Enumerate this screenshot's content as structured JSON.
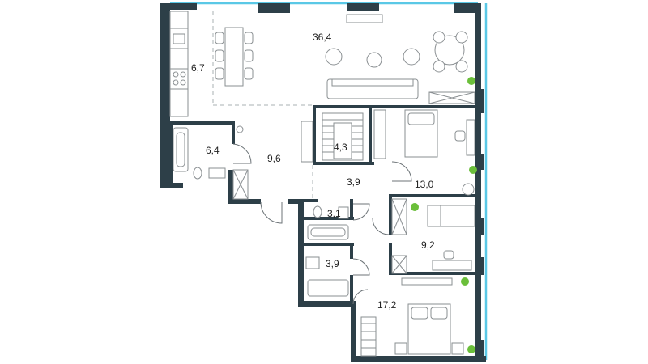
{
  "rooms": [
    {
      "id": "living",
      "area": "36,4"
    },
    {
      "id": "kitchen",
      "area": "6,7"
    },
    {
      "id": "bath-1",
      "area": "6,4"
    },
    {
      "id": "hall",
      "area": "9,6"
    },
    {
      "id": "stair",
      "area": "4,3"
    },
    {
      "id": "corridor",
      "area": "3,9"
    },
    {
      "id": "bedroom-1",
      "area": "13,0"
    },
    {
      "id": "wc",
      "area": "3,1"
    },
    {
      "id": "bedroom-2",
      "area": "9,2"
    },
    {
      "id": "bath-2",
      "area": "3,9"
    },
    {
      "id": "master-bedroom",
      "area": "17,2"
    }
  ],
  "colors": {
    "wall": "#2d3f48",
    "window": "#5ac8e6",
    "plant": "#6bbf3a",
    "line": "#8a8f92"
  }
}
